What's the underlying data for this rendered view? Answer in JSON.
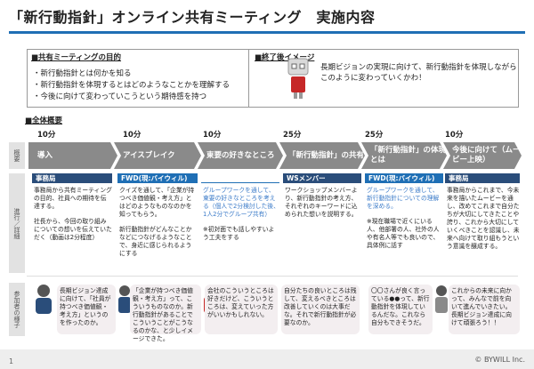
{
  "title": "「新行動指針」オンライン共有ミーティング　実施内容",
  "purpose": {
    "heading": "■共有ミーティングの目的",
    "items": [
      "・新行動指針とは何かを知る",
      "・新行動指針を体現するとはどのようなことかを理解する",
      "・今後に向けて変わっていこうという期待感を持つ"
    ]
  },
  "image": {
    "heading": "■終了後イメージ",
    "bubble": "長期ビジョンの実現に向けて、新行動指針を体現しながらこのように変わっていくかわ！"
  },
  "overview_heading": "■全体概要",
  "row_labels": {
    "overview": "概要",
    "flow": "進行／詳細",
    "reference": "参加者の様子"
  },
  "sessions": [
    {
      "time": "10分",
      "label": "導入",
      "role": "事務局",
      "contents": [
        "事務局から共有ミーティングの目的、社員への期待を伝達する。",
        "社長から、今回の取り組みについての想いを伝えていただく（動画は2分程度）"
      ],
      "reaction": "長期ビジョン達成に向けて、「社員が持つべき価値観・考え方」というのを作ったのか。"
    },
    {
      "time": "10分",
      "label": "アイスブレイク",
      "role": "FWD(現:バイウィル)",
      "contents": [
        "クイズを通して、「企業が持つべき価値観・考え方」とはどのようなものなのかを知ってもらう。",
        "新行動指針がどんなことかなどにつなげるようなことで、身近に感じられるようにする"
      ],
      "reaction": "「企業が持つべき価値観・考え方」って、こういうものなのか。新行動指針があることでこういうことがこうなるのかな、と少しイメージできた。"
    },
    {
      "time": "10分",
      "label": "東要の好きなところ",
      "role": "",
      "contents": [
        "グループワークを通して、東要の好きなところを考える（個人で2分検討した後、1人2分でグループ共有）",
        "※初対面でも話しやすいよう工夫をする"
      ],
      "reaction": "会社のこういうところは好きだけど、こういうところは、変えていった方がいいかもしれない。"
    },
    {
      "time": "25分",
      "label": "「新行動指針」の共有",
      "role": "WSメンバー",
      "contents": [
        "ワークショップメンバーより、新行動指針の考え方、それぞれのキーワードに込められた想いを説明する。"
      ],
      "reaction": "自分たちの良いところは残して、変えるべきところは改善していくのは大事だな。それで新行動指針が必要なのか。"
    },
    {
      "time": "25分",
      "label": "「新行動指針」の体現とは",
      "role": "FWD(現:バイウィル)",
      "contents": [
        "グループワークを通して、新行動指針についての理解を深める。",
        "※現在職場で近くにいる人、他部署の人、社外の人や有名人等でも良いので、具体例に話す"
      ],
      "reaction": "〇〇さんが良く言っている●●って、新行動指針を体現しているんだな。これなら自分もできそうだ。"
    },
    {
      "time": "10分",
      "label": "今後に向けて（ムービー上映）",
      "role": "事務局",
      "contents": [
        "事務局からこれまで、今未来を描いたムービーを通し、改めてこれまで自分たちが大切にしてきたことや誇り、これから大切にしていくべきことを認識し、未来へ向けて取り組もうという意識を醸成する。"
      ],
      "reaction": "これからの未来に向かって、みんなで前を向いて進んでいきたい。長期ビジョン達成に向けて頑張ろう！！"
    }
  ],
  "page_number": "1",
  "copyright": "© BYWILL Inc."
}
